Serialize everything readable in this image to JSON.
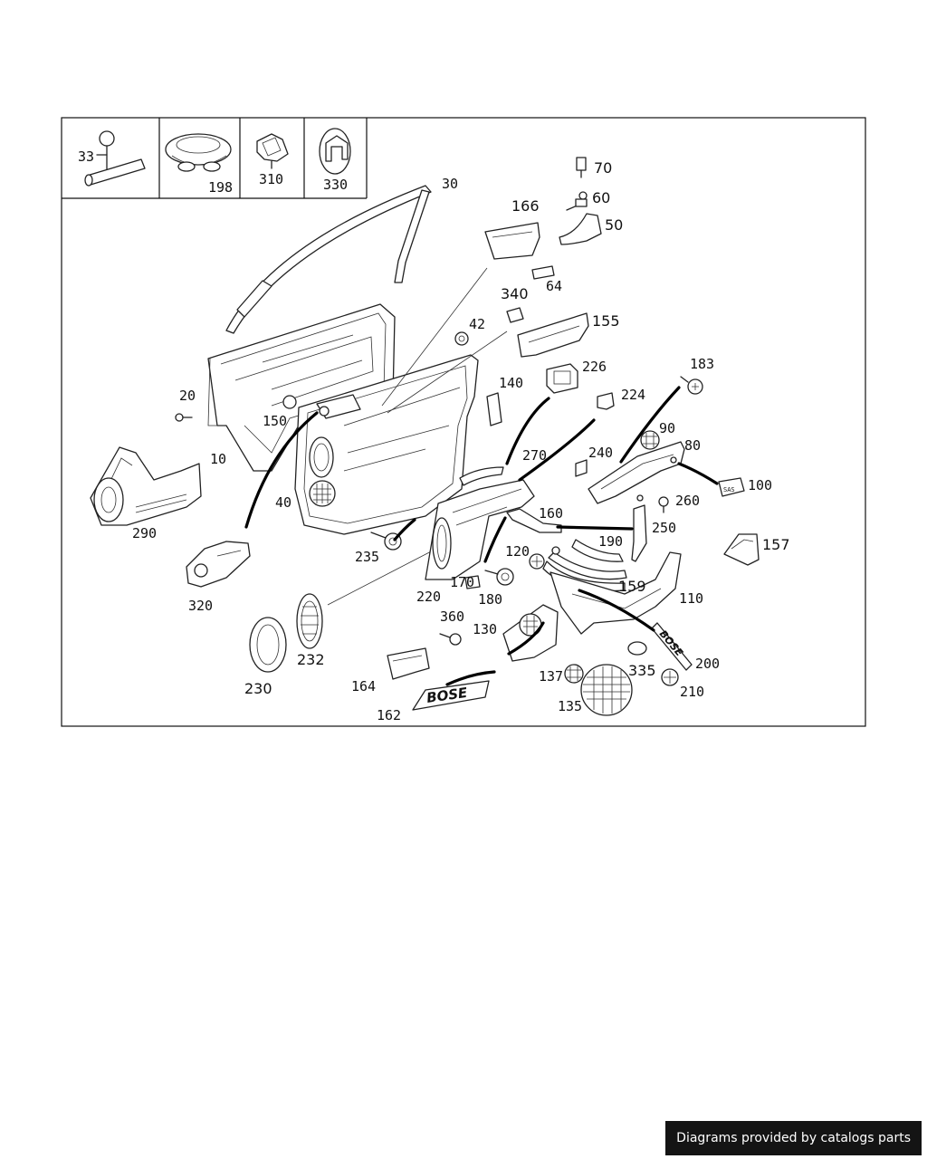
{
  "inset_labels": [
    "33",
    "198",
    "310",
    "330"
  ],
  "part_labels": {
    "p30": "30",
    "p166": "166",
    "p70": "70",
    "p60": "60",
    "p50": "50",
    "p64": "64",
    "p340": "340",
    "p42": "42",
    "p155": "155",
    "p226": "226",
    "p183": "183",
    "p140": "140",
    "p224": "224",
    "p20": "20",
    "p150": "150",
    "p10": "10",
    "p290": "290",
    "p40": "40",
    "p270": "270",
    "p90": "90",
    "p80": "80",
    "p240": "240",
    "p100": "100",
    "p260": "260",
    "p235": "235",
    "p160": "160",
    "p250": "250",
    "p190": "190",
    "p157": "157",
    "p120": "120",
    "p170": "170",
    "p320": "320",
    "p220": "220",
    "p180": "180",
    "p159": "159",
    "p110": "110",
    "p360": "360",
    "p130": "130",
    "p232": "232",
    "p230": "230",
    "p164": "164",
    "p200": "200",
    "p335": "335",
    "p137": "137",
    "p210": "210",
    "p135": "135",
    "p162": "162"
  },
  "badges": {
    "sas": "SAS",
    "bose_a": "BOSE",
    "bose_b": "BOSE"
  },
  "footer": {
    "credit": "Diagrams provided by catalogs parts"
  }
}
